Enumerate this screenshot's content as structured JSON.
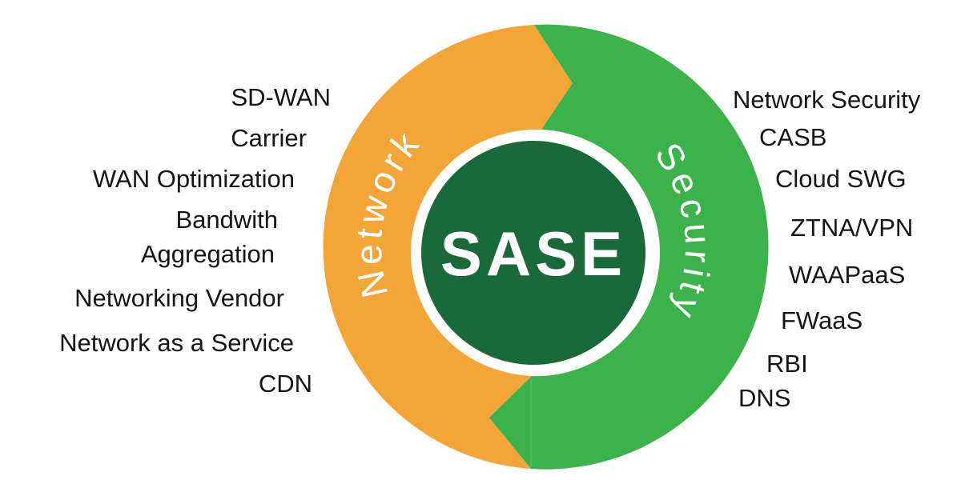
{
  "diagram": {
    "center_label": "SASE",
    "network_label": "Network",
    "security_label": "Security",
    "colors": {
      "network_orange": "#F3A637",
      "security_green": "#3CB24B",
      "center_dark_green": "#1A6938",
      "label_white": "#FFFFFF",
      "list_text_black": "#151515"
    },
    "network_lines": [
      "SD-WAN",
      "Carrier",
      "WAN Optimization",
      "Bandwith",
      "Aggregation",
      "Networking Vendor",
      "Network as a Service",
      "CDN"
    ],
    "security_lines": [
      "Network Security",
      "CASB",
      "Cloud SWG",
      "ZTNA/VPN",
      "WAAPaaS",
      "FWaaS",
      "RBI",
      "DNS"
    ]
  }
}
